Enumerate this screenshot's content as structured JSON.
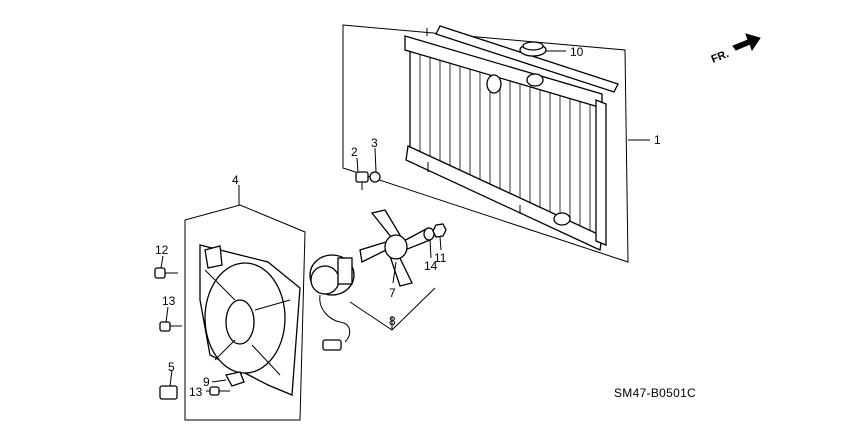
{
  "diagram": {
    "direction_label": "FR.",
    "diagram_code": "SM47-B0501C",
    "callouts": {
      "c1": "1",
      "c2": "2",
      "c3": "3",
      "c4": "4",
      "c5": "5",
      "c7": "7",
      "c8": "8",
      "c9": "9",
      "c10": "10",
      "c11": "11",
      "c12": "12",
      "c13a": "13",
      "c13b": "13",
      "c14": "14"
    }
  }
}
